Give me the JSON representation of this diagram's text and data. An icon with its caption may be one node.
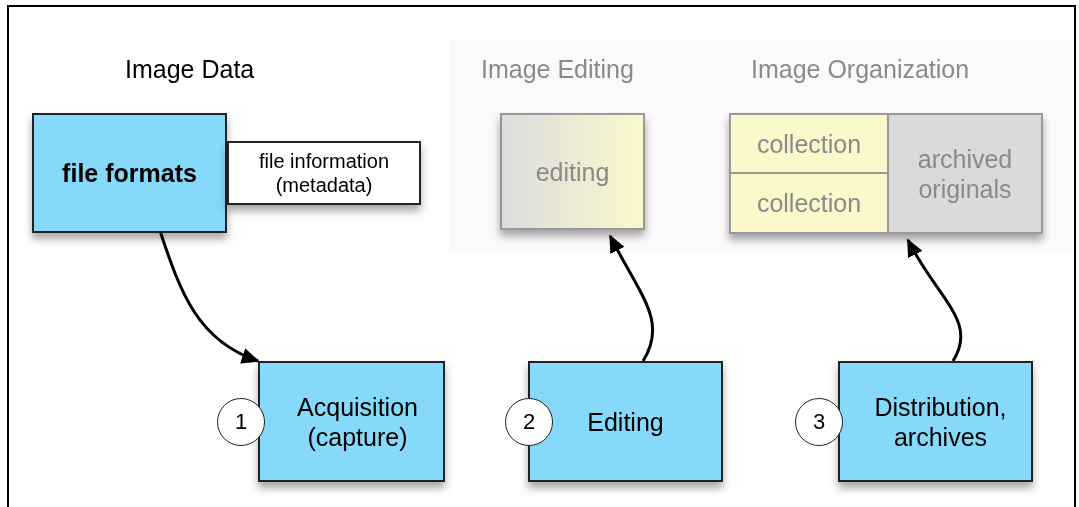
{
  "diagram": {
    "nodes": [
      {
        "text": [
          "file formats"
        ]
      },
      {
        "text": [
          "file information (metadata)"
        ]
      },
      {
        "text": [
          "editing"
        ]
      },
      {
        "text": [],
        "shape": "box"
      },
      {
        "text": [
          "collection"
        ],
        "in": 3
      },
      {
        "text": [
          "collection"
        ],
        "in": 3
      },
      {
        "text": [
          "archived originals"
        ],
        "in": 3
      },
      {
        "text": [
          "1"
        ]
      },
      {
        "text": [
          "Acquisition (capture)"
        ]
      },
      {
        "text": [
          "2"
        ]
      },
      {
        "text": [
          "Editing"
        ]
      },
      {
        "text": [
          "3"
        ]
      },
      {
        "text": [
          "Distribution, archives"
        ]
      }
    ],
    "edges": [
      {
        "from": 0,
        "to": 8,
        "arrow": "to"
      },
      {
        "from": 10,
        "to": 2,
        "arrow": "to"
      },
      {
        "from": 12,
        "to": 3,
        "arrow": "to"
      }
    ],
    "labels": [
      "Image Data",
      "Image Editing",
      "Image Organization"
    ]
  }
}
